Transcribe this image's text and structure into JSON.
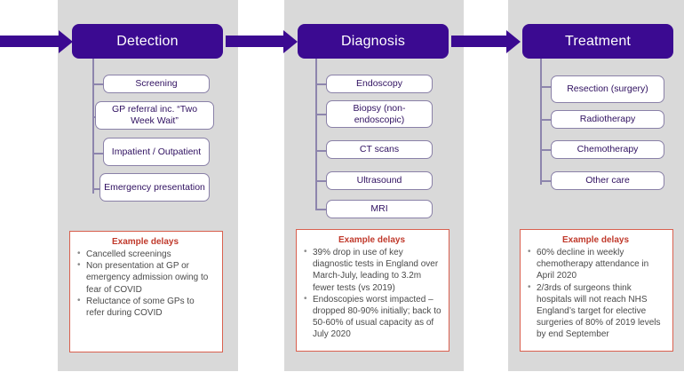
{
  "diagram": {
    "title": "Cancer care pathway with example delays",
    "colors": {
      "stage_header_bg": "#3b0a91",
      "panel_bg": "#d9d9d9",
      "item_border": "#8a81a8",
      "item_text": "#2f1060",
      "delays_border": "#d9604f",
      "delays_title": "#c0392b",
      "delays_text": "#4a4a4a",
      "connector": "#8d85ad",
      "arrow": "#3b0a91"
    },
    "stages": [
      {
        "id": "detection",
        "header": "Detection",
        "items": [
          "Screening",
          "GP referral inc. “Two Week Wait”",
          "Impatient / Outpatient",
          "Emergency presentation"
        ],
        "delays": {
          "title": "Example delays",
          "points": [
            "Cancelled screenings",
            "Non presentation at GP or emergency admission owing to fear of COVID",
            "Reluctance of some GPs to refer during COVID"
          ]
        }
      },
      {
        "id": "diagnosis",
        "header": "Diagnosis",
        "items": [
          "Endoscopy",
          "Biopsy (non-endoscopic)",
          "CT scans",
          "Ultrasound",
          "MRI"
        ],
        "delays": {
          "title": "Example delays",
          "points": [
            "39% drop in use of key diagnostic tests in England over March-July, leading to 3.2m fewer tests (vs 2019)",
            "Endoscopies worst impacted – dropped 80-90% initially; back to 50-60% of usual capacity as of July 2020"
          ]
        }
      },
      {
        "id": "treatment",
        "header": "Treatment",
        "items": [
          "Resection (surgery)",
          "Radiotherapy",
          "Chemotherapy",
          "Other care"
        ],
        "delays": {
          "title": "Example delays",
          "points": [
            "60% decline in weekly chemotherapy attendance in April 2020",
            "2/3rds of surgeons think hospitals will not reach NHS England’s target for elective surgeries of 80% of 2019 levels by end September"
          ]
        }
      }
    ],
    "arrows": [
      {
        "name": "arrow-into-detection"
      },
      {
        "name": "arrow-detection-to-diagnosis"
      },
      {
        "name": "arrow-diagnosis-to-treatment"
      }
    ]
  }
}
